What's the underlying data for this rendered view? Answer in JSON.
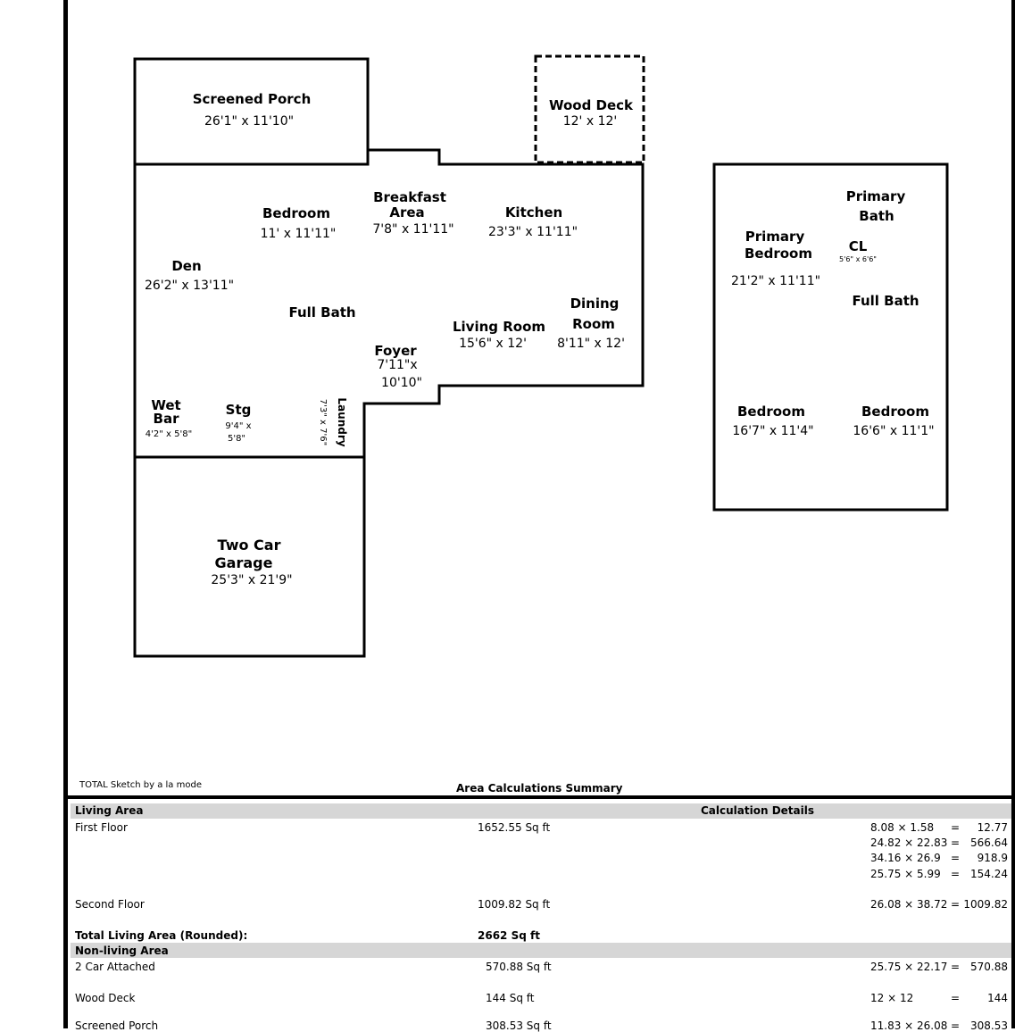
{
  "rooms": {
    "screened_porch": {
      "name": "Screened Porch",
      "dim": "26'1\" x 11'10\""
    },
    "wood_deck": {
      "name": "Wood Deck",
      "dim": "12' x 12'"
    },
    "bedroom_1": {
      "name": "Bedroom",
      "dim": "11' x 11'11\""
    },
    "breakfast": {
      "name_1": "Breakfast",
      "name_2": "Area",
      "dim": "7'8\" x 11'11\""
    },
    "kitchen": {
      "name": "Kitchen",
      "dim": "23'3\" x 11'11\""
    },
    "den": {
      "name": "Den",
      "dim": "26'2\" x 13'11\""
    },
    "full_bath_1": {
      "name": "Full Bath"
    },
    "living_room": {
      "name": "Living Room",
      "dim": "15'6\" x 12'"
    },
    "dining_room": {
      "name_1": "Dining",
      "name_2": "Room",
      "dim": "8'11\" x 12'"
    },
    "foyer": {
      "name": "Foyer",
      "dim_1": "7'11\"x",
      "dim_2": "10'10\""
    },
    "wet_bar": {
      "name_1": "Wet",
      "name_2": "Bar",
      "dim": "4'2\" x 5'8\""
    },
    "storage": {
      "name": "Stg",
      "dim_1": "9'4\" x",
      "dim_2": "5'8\""
    },
    "laundry": {
      "name": "Laundry",
      "dim": "7'3\" x 7'6\""
    },
    "garage": {
      "name_1": "Two Car",
      "name_2": "Garage",
      "dim": "25'3\" x 21'9\""
    },
    "primary_bath": {
      "name_1": "Primary",
      "name_2": "Bath"
    },
    "primary_bedroom": {
      "name_1": "Primary",
      "name_2": "Bedroom",
      "dim": "21'2\" x 11'11\""
    },
    "closet": {
      "name": "CL",
      "dim": "5'6\" x 6'6\""
    },
    "full_bath_2": {
      "name": "Full Bath"
    },
    "bedroom_2": {
      "name": "Bedroom",
      "dim": "16'7\" x 11'4\""
    },
    "bedroom_3": {
      "name": "Bedroom",
      "dim": "16'6\" x 11'1\""
    }
  },
  "software_credit": "TOTAL Sketch by a la mode",
  "summary": {
    "title": "Area Calculations Summary",
    "living_header": "Living Area",
    "calc_header": "Calculation Details",
    "first_floor": {
      "label": "First Floor",
      "area": "1652.55 Sq ft"
    },
    "first_floor_calcs": [
      {
        "expr": "8.08 × 1.58",
        "eq": "=",
        "val": "12.77"
      },
      {
        "expr": "24.82 × 22.83",
        "eq": "=",
        "val": "566.64"
      },
      {
        "expr": "34.16 × 26.9",
        "eq": "=",
        "val": "918.9"
      },
      {
        "expr": "25.75 × 5.99",
        "eq": "=",
        "val": "154.24"
      }
    ],
    "second_floor": {
      "label": "Second Floor",
      "area": "1009.82 Sq ft",
      "expr": "26.08 × 38.72",
      "eq": "=",
      "val": "1009.82"
    },
    "total": {
      "label": "Total Living Area (Rounded):",
      "area": "2662 Sq ft"
    },
    "nonliving_header": "Non-living Area",
    "garage": {
      "label": "2 Car Attached",
      "area": "570.88 Sq ft",
      "expr": "25.75 × 22.17",
      "eq": "=",
      "val": "570.88"
    },
    "deck": {
      "label": "Wood Deck",
      "area": "144 Sq ft",
      "expr": "12 × 12",
      "eq": "=",
      "val": "144"
    },
    "porch": {
      "label": "Screened Porch",
      "area": "308.53 Sq ft",
      "expr": "11.83 × 26.08",
      "eq": "=",
      "val": "308.53"
    }
  }
}
